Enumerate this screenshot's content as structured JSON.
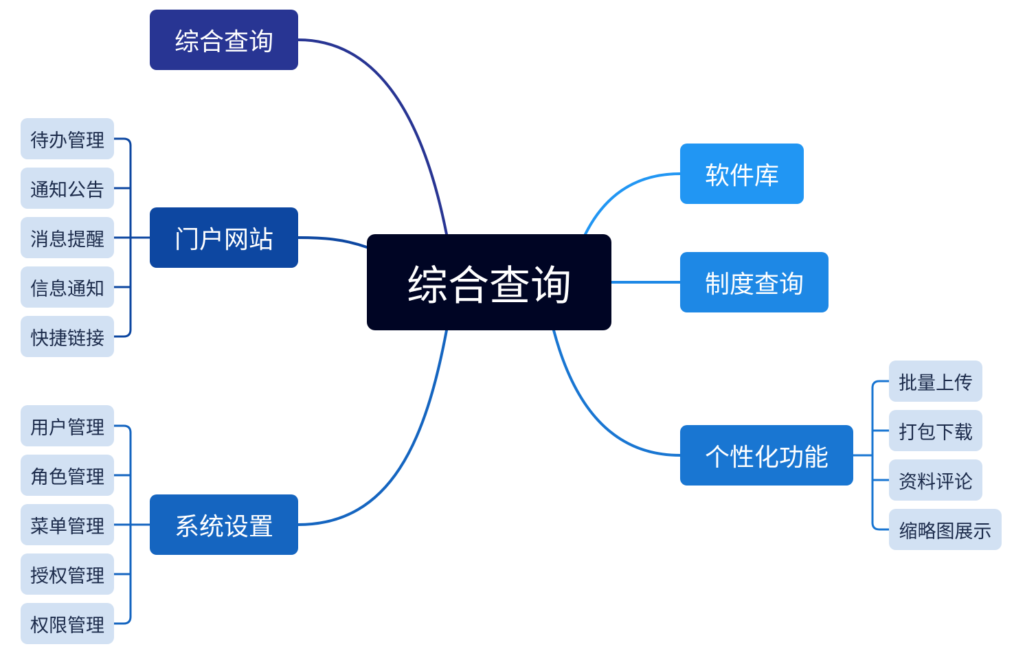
{
  "root": {
    "label": "综合查询"
  },
  "branches": {
    "zonghe": {
      "label": "综合查询"
    },
    "menhu": {
      "label": "门户网站",
      "children": [
        "待办管理",
        "通知公告",
        "消息提醒",
        "信息通知",
        "快捷链接"
      ]
    },
    "xitong": {
      "label": "系统设置",
      "children": [
        "用户管理",
        "角色管理",
        "菜单管理",
        "授权管理",
        "权限管理"
      ]
    },
    "ruanjian": {
      "label": "软件库"
    },
    "zhidu": {
      "label": "制度查询"
    },
    "gexing": {
      "label": "个性化功能",
      "children": [
        "批量上传",
        "打包下载",
        "资料评论",
        "缩略图展示"
      ]
    }
  },
  "colors": {
    "root": "#000524",
    "zonghe": "#283593",
    "menhu": "#0d47a1",
    "xitong": "#1565c0",
    "ruanjian": "#2196f3",
    "zhidu": "#1e88e5",
    "gexing": "#1976d2",
    "leaf": "#d2e1f3"
  }
}
